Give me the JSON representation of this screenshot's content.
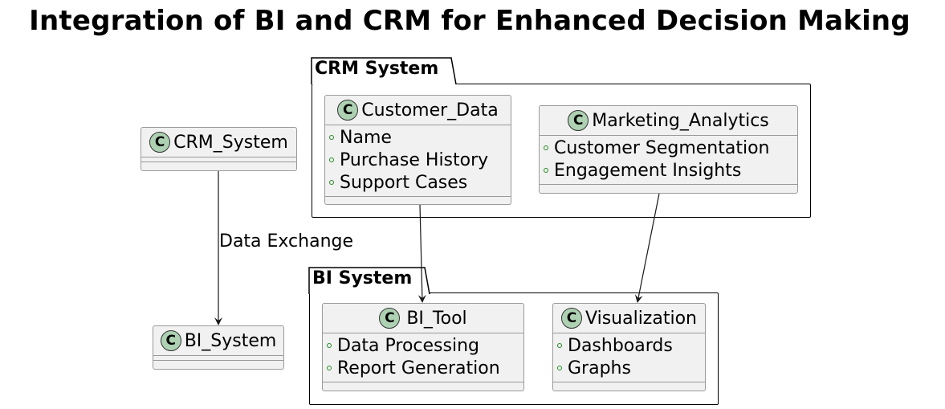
{
  "title": "Integration of BI and CRM for Enhanced Decision Making",
  "packages": {
    "crm": {
      "name": "CRM System"
    },
    "bi": {
      "name": "BI System"
    }
  },
  "classes": {
    "crm_system": {
      "name": "CRM_System",
      "stereotype": "C",
      "attributes": []
    },
    "bi_system": {
      "name": "BI_System",
      "stereotype": "C",
      "attributes": []
    },
    "customer_data": {
      "name": "Customer_Data",
      "stereotype": "C",
      "attributes": [
        "Name",
        "Purchase History",
        "Support Cases"
      ]
    },
    "marketing_analytics": {
      "name": "Marketing_Analytics",
      "stereotype": "C",
      "attributes": [
        "Customer Segmentation",
        "Engagement Insights"
      ]
    },
    "bi_tool": {
      "name": "BI_Tool",
      "stereotype": "C",
      "attributes": [
        "Data Processing",
        "Report Generation"
      ]
    },
    "visualization": {
      "name": "Visualization",
      "stereotype": "C",
      "attributes": [
        "Dashboards",
        "Graphs"
      ]
    }
  },
  "relations": [
    {
      "from": "CRM_System",
      "to": "BI_System",
      "label": "Data Exchange"
    },
    {
      "from": "Customer_Data",
      "to": "BI_Tool",
      "label": ""
    },
    {
      "from": "Marketing_Analytics",
      "to": "Visualization",
      "label": ""
    }
  ],
  "colors": {
    "class_fill": "#f1f1f1",
    "class_border": "#9a9a9a",
    "badge_fill": "#add1b2",
    "attr_dot": "#228b22"
  }
}
